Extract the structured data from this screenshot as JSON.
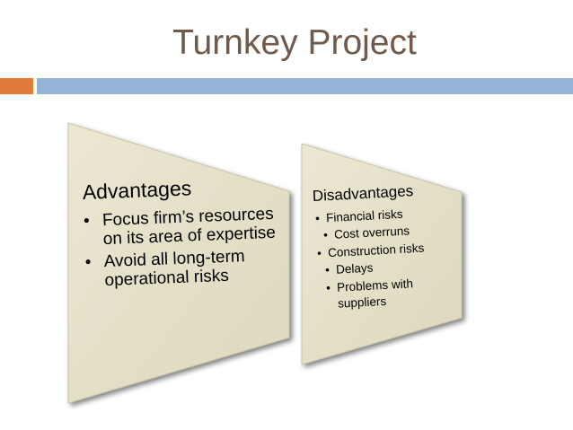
{
  "slide": {
    "title": "Turnkey Project"
  },
  "advantages": {
    "heading": "Advantages",
    "bullets": [
      [
        "Focus firm’s resources",
        "on its area of expertise"
      ],
      [
        "Avoid all long-term",
        "operational risks"
      ]
    ]
  },
  "disadvantages": {
    "heading": "Disadvantages",
    "items": [
      {
        "text": "Financial risks",
        "level": 1
      },
      {
        "text": "Cost overruns",
        "level": 2
      },
      {
        "text": "Construction risks",
        "level": 1
      },
      {
        "text": "Delays",
        "level": 2
      },
      {
        "text": "Problems with",
        "level": 2
      },
      {
        "text": "suppliers",
        "level": 2,
        "continuation": true
      }
    ]
  },
  "colors": {
    "title": "#6f5a4b",
    "accent_orange": "#e07b39",
    "accent_blue": "#95b3d7",
    "panel_fill": "#e4e0c8",
    "panel_shadow": "#a9a58f"
  }
}
